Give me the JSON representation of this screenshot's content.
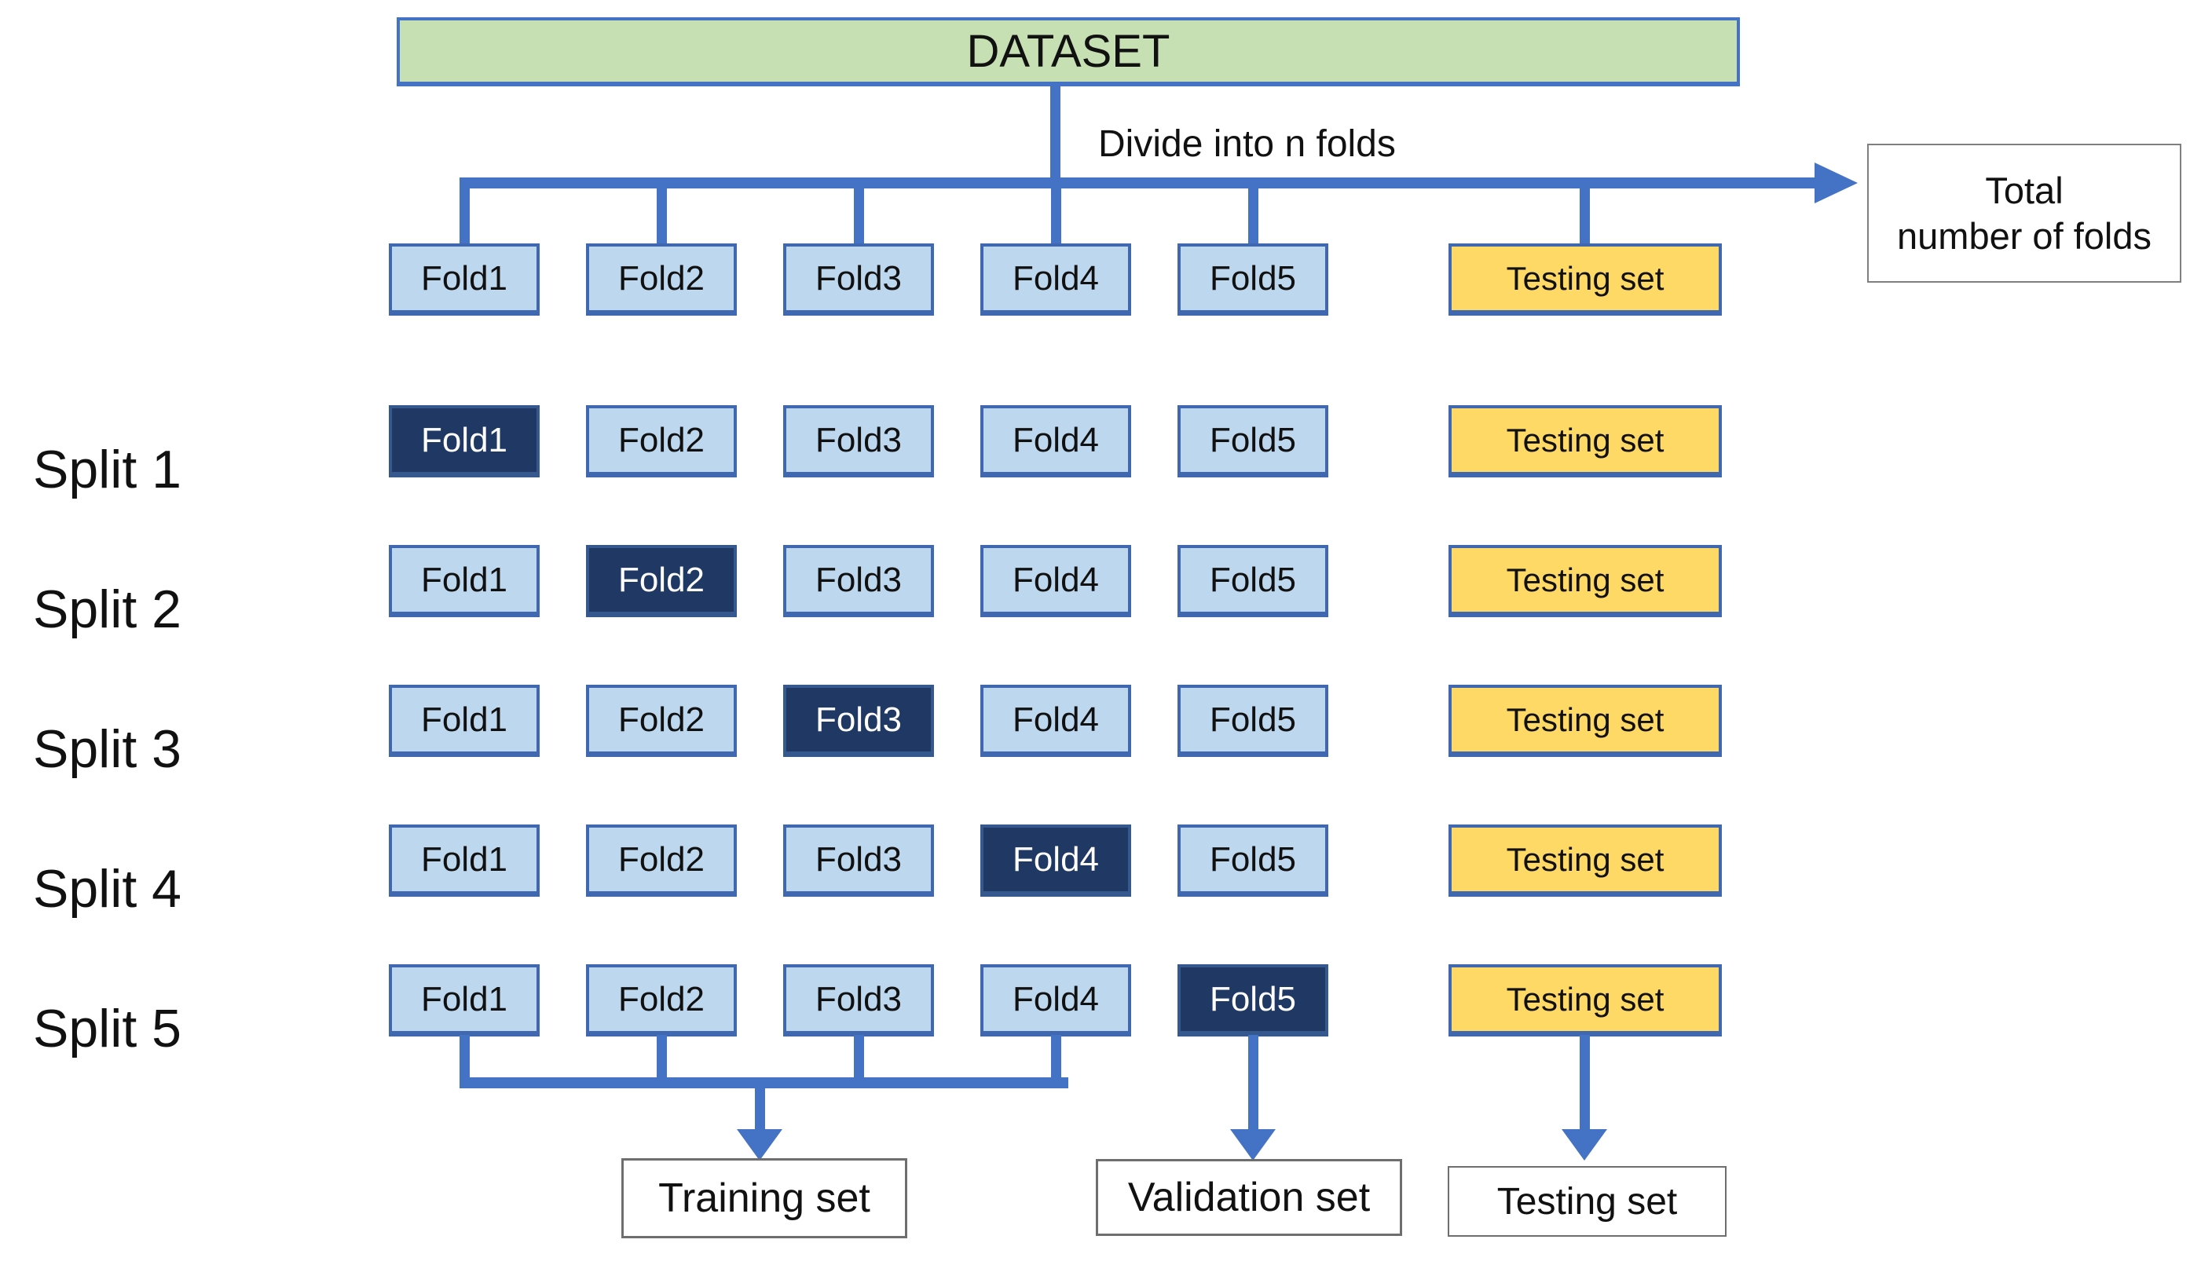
{
  "dataset": {
    "label": "DATASET"
  },
  "annotations": {
    "divide": "Divide into n folds",
    "total_line1": "Total",
    "total_line2": "number of folds"
  },
  "top_row": {
    "folds": [
      "Fold1",
      "Fold2",
      "Fold3",
      "Fold4",
      "Fold5"
    ],
    "testing": "Testing set"
  },
  "splits": [
    {
      "label": "Split 1",
      "highlight_index": 0,
      "folds": [
        "Fold1",
        "Fold2",
        "Fold3",
        "Fold4",
        "Fold5"
      ],
      "testing": "Testing set"
    },
    {
      "label": "Split 2",
      "highlight_index": 1,
      "folds": [
        "Fold1",
        "Fold2",
        "Fold3",
        "Fold4",
        "Fold5"
      ],
      "testing": "Testing set"
    },
    {
      "label": "Split 3",
      "highlight_index": 2,
      "folds": [
        "Fold1",
        "Fold2",
        "Fold3",
        "Fold4",
        "Fold5"
      ],
      "testing": "Testing set"
    },
    {
      "label": "Split 4",
      "highlight_index": 3,
      "folds": [
        "Fold1",
        "Fold2",
        "Fold3",
        "Fold4",
        "Fold5"
      ],
      "testing": "Testing set"
    },
    {
      "label": "Split 5",
      "highlight_index": 4,
      "folds": [
        "Fold1",
        "Fold2",
        "Fold3",
        "Fold4",
        "Fold5"
      ],
      "testing": "Testing set"
    }
  ],
  "outputs": {
    "training": "Training set",
    "validation": "Validation set",
    "testing": "Testing set"
  },
  "colors": {
    "background": "#ffffff",
    "dataset_green": "#c6e0b4",
    "fold_light_blue": "#bdd7ee",
    "fold_selected_navy": "#1f3864",
    "testing_yellow": "#ffd966",
    "connector_blue": "#4472c4",
    "box_border_blue": "#3f68b0",
    "info_border_gray": "#7f7f7f"
  }
}
